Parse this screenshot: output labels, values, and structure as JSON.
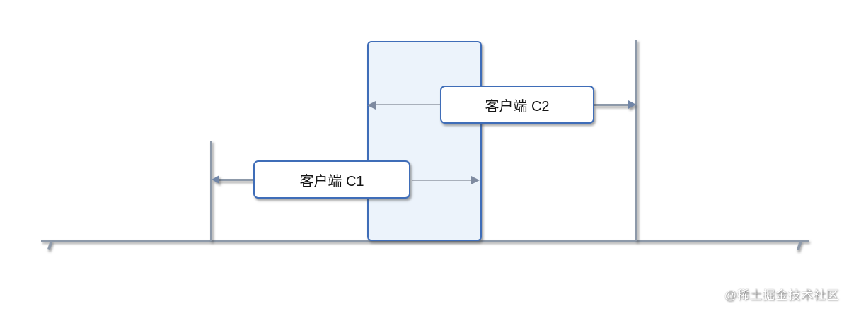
{
  "diagram": {
    "type": "flow-diagram",
    "central_store": {
      "label": "",
      "fill": "#ecf3fb",
      "border": "#3f6db8"
    },
    "nodes": [
      {
        "id": "c1",
        "label": "客户端 C1",
        "fill": "#ffffff",
        "border": "#3f6db8"
      },
      {
        "id": "c2",
        "label": "客户端 C2",
        "fill": "#ffffff",
        "border": "#3f6db8"
      }
    ],
    "edges": [
      {
        "from": "c2",
        "to": "central-store",
        "arrow": "left"
      },
      {
        "from": "c1",
        "to": "central-store",
        "arrow": "right"
      },
      {
        "from": "c2",
        "to": "right-timeline",
        "arrow": "right"
      },
      {
        "from": "c1",
        "to": "left-timeline",
        "arrow": "left"
      }
    ],
    "timelines": {
      "left_vertical": true,
      "right_vertical": true,
      "bottom_horizontal": true
    },
    "colors": {
      "line": "#8d99a9",
      "arrow_shaft": "#a9b0bb",
      "arrow_head": "#7e8aa0",
      "junction_head": "#7186a8",
      "box_border": "#3f6db8",
      "central_fill": "#ecf3fb",
      "text": "#141414",
      "background": "#ffffff"
    },
    "watermark": "@稀土掘金技术社区"
  }
}
